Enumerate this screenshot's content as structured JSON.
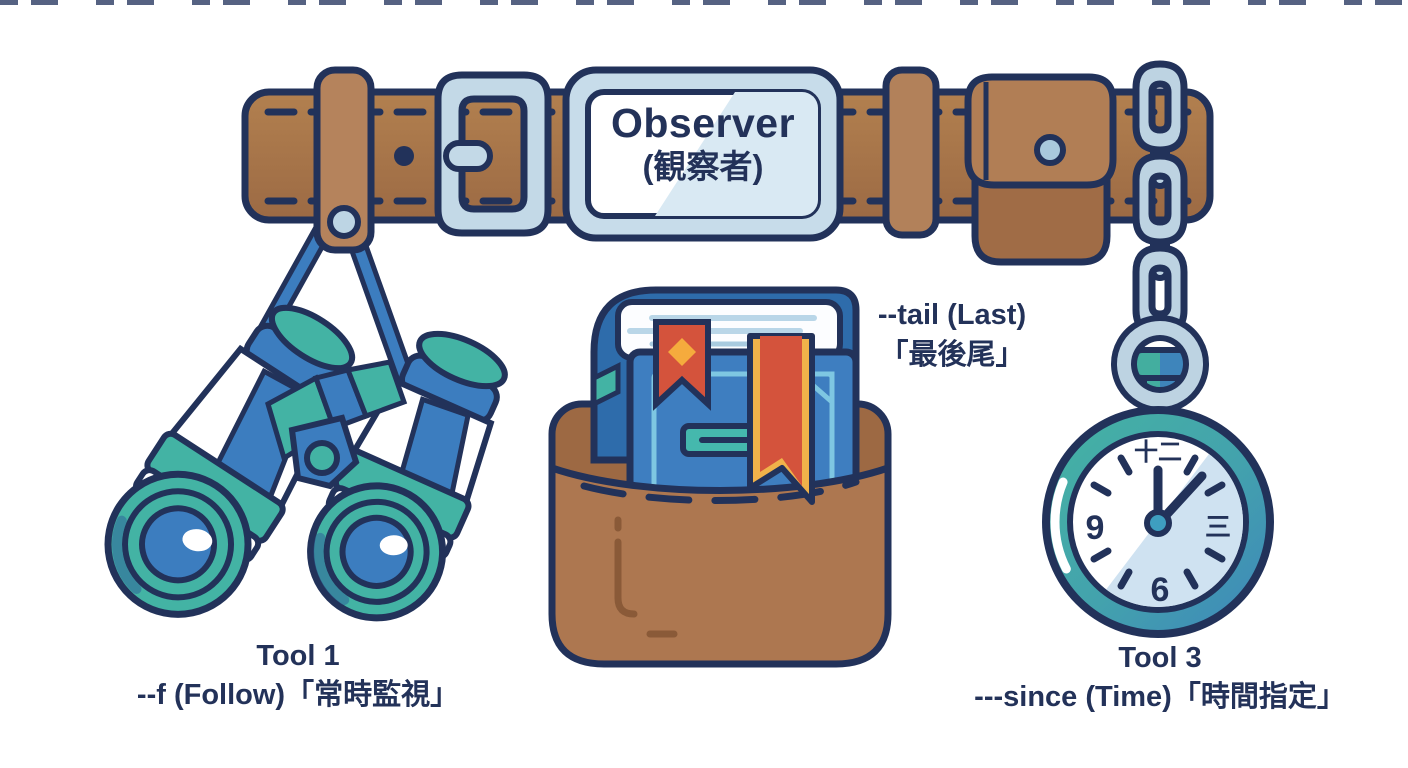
{
  "illustration": {
    "background": "#ffffff",
    "plate": {
      "title": "Observer",
      "subtitle": "(観察者)"
    },
    "labels": {
      "tool1": {
        "line1": "Tool 1",
        "line2": "--f (Follow)「常時監視」"
      },
      "tail": {
        "line1": "--tail (Last)",
        "line2": "「最後尾」"
      },
      "tool3": {
        "line1": "Tool 3",
        "line2": "---since (Time)「時間指定」"
      }
    },
    "watch": {
      "numeral_12": "十二",
      "numeral_3": "三",
      "numeral_6": "6",
      "numeral_9": "9"
    },
    "icons": [
      "belt",
      "belt-buckle-icon",
      "name-plate",
      "belt-loop",
      "belt-keeper",
      "belt-pouch-icon",
      "chain-icon",
      "binoculars-icon",
      "book-in-pouch-icon",
      "pocket-watch-icon"
    ],
    "colors": {
      "outline": "#22325a",
      "belt_brown": "#ab7850",
      "accent_teal": "#43b3a4",
      "accent_blue": "#3c7dbf",
      "metal_blue": "#c3d9e7",
      "ribbon_red": "#d4533c",
      "ribbon_yellow": "#f0b24a"
    }
  }
}
